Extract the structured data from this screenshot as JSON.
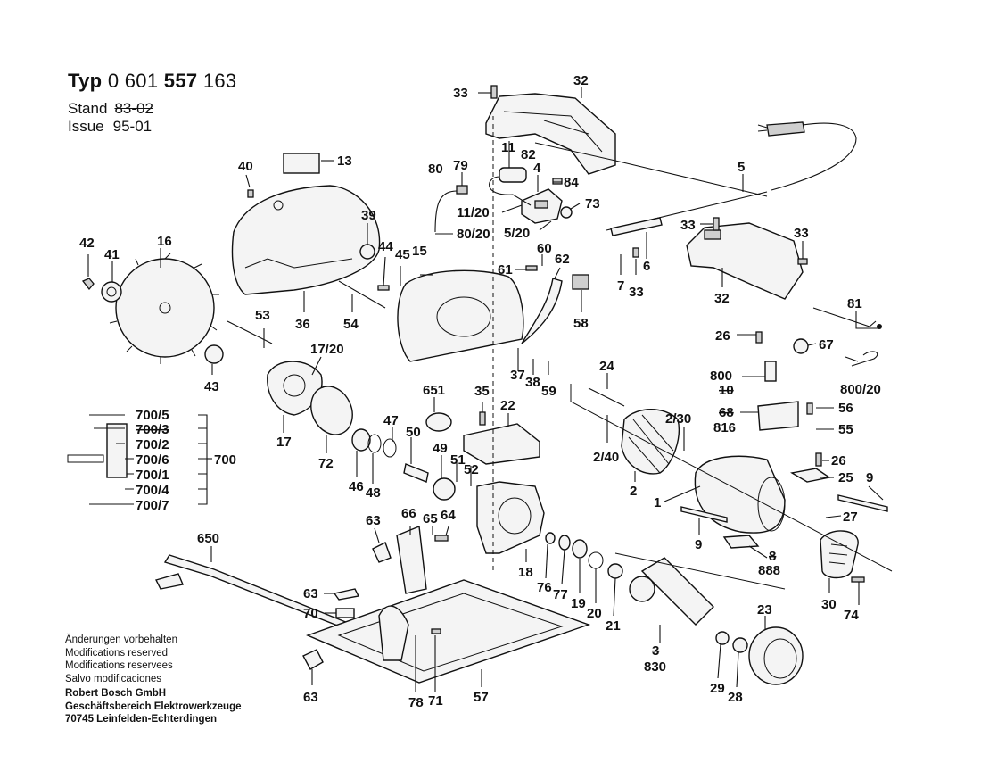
{
  "header": {
    "typ_prefix": "Typ",
    "typ_number_a": "0 601",
    "typ_number_b": "557",
    "typ_number_c": "163",
    "stand_label": "Stand",
    "stand_value_struck": "83-02",
    "issue_label": "Issue",
    "issue_value": "95-01"
  },
  "footer": {
    "lines": [
      "Änderungen vorbehalten",
      "Modifications reserved",
      "Modifications reservees",
      "Salvo modificaciones"
    ],
    "company": "Robert Bosch GmbH",
    "division": "Geschäftsbereich Elektrowerkzeuge",
    "address": "70745 Leinfelden-Echterdingen"
  },
  "assembly_700": {
    "group_label": "700",
    "items": [
      "700/5",
      "700/3",
      "700/2",
      "700/6",
      "700/1",
      "700/4",
      "700/7"
    ],
    "struck_items": [
      "700/3"
    ]
  },
  "labels": [
    {
      "id": "l33a",
      "text": "33"
    },
    {
      "id": "l32a",
      "text": "32"
    },
    {
      "id": "l82",
      "text": "82"
    },
    {
      "id": "l11",
      "text": "11"
    },
    {
      "id": "l80",
      "text": "80"
    },
    {
      "id": "l79",
      "text": "79"
    },
    {
      "id": "l4",
      "text": "4"
    },
    {
      "id": "l84",
      "text": "84"
    },
    {
      "id": "l73",
      "text": "73"
    },
    {
      "id": "l11_20",
      "text": "11/20"
    },
    {
      "id": "l80_20",
      "text": "80/20"
    },
    {
      "id": "l5_20",
      "text": "5/20"
    },
    {
      "id": "l5",
      "text": "5"
    },
    {
      "id": "l33b",
      "text": "33"
    },
    {
      "id": "l33c",
      "text": "33"
    },
    {
      "id": "l6",
      "text": "6"
    },
    {
      "id": "l7",
      "text": "7"
    },
    {
      "id": "l33d",
      "text": "33"
    },
    {
      "id": "l32b",
      "text": "32"
    },
    {
      "id": "l81",
      "text": "81"
    },
    {
      "id": "l40",
      "text": "40"
    },
    {
      "id": "l13",
      "text": "13"
    },
    {
      "id": "l39",
      "text": "39"
    },
    {
      "id": "l44",
      "text": "44"
    },
    {
      "id": "l45",
      "text": "45"
    },
    {
      "id": "l15",
      "text": "15"
    },
    {
      "id": "l60",
      "text": "60"
    },
    {
      "id": "l62",
      "text": "62"
    },
    {
      "id": "l61",
      "text": "61"
    },
    {
      "id": "l58",
      "text": "58"
    },
    {
      "id": "l42",
      "text": "42"
    },
    {
      "id": "l41",
      "text": "41"
    },
    {
      "id": "l16",
      "text": "16"
    },
    {
      "id": "l36",
      "text": "36"
    },
    {
      "id": "l54",
      "text": "54"
    },
    {
      "id": "l53",
      "text": "53"
    },
    {
      "id": "l17_20",
      "text": "17/20"
    },
    {
      "id": "l43",
      "text": "43"
    },
    {
      "id": "l37",
      "text": "37"
    },
    {
      "id": "l38",
      "text": "38"
    },
    {
      "id": "l59",
      "text": "59"
    },
    {
      "id": "l26a",
      "text": "26"
    },
    {
      "id": "l67",
      "text": "67"
    },
    {
      "id": "l800",
      "text": "800"
    },
    {
      "id": "l10",
      "text": "10",
      "struck": true
    },
    {
      "id": "l800_20",
      "text": "800/20"
    },
    {
      "id": "l68",
      "text": "68",
      "struck": true
    },
    {
      "id": "l816",
      "text": "816"
    },
    {
      "id": "l56",
      "text": "56"
    },
    {
      "id": "l55",
      "text": "55"
    },
    {
      "id": "l24",
      "text": "24"
    },
    {
      "id": "l651",
      "text": "651"
    },
    {
      "id": "l35",
      "text": "35"
    },
    {
      "id": "l22",
      "text": "22"
    },
    {
      "id": "l2_30",
      "text": "2/30"
    },
    {
      "id": "l2_40",
      "text": "2/40"
    },
    {
      "id": "l2",
      "text": "2"
    },
    {
      "id": "l17",
      "text": "17"
    },
    {
      "id": "l72",
      "text": "72"
    },
    {
      "id": "l47",
      "text": "47"
    },
    {
      "id": "l50",
      "text": "50"
    },
    {
      "id": "l49",
      "text": "49"
    },
    {
      "id": "l51",
      "text": "51"
    },
    {
      "id": "l52",
      "text": "52"
    },
    {
      "id": "l46",
      "text": "46"
    },
    {
      "id": "l48",
      "text": "48"
    },
    {
      "id": "l26b",
      "text": "26"
    },
    {
      "id": "l25",
      "text": "25"
    },
    {
      "id": "l9a",
      "text": "9"
    },
    {
      "id": "l1",
      "text": "1"
    },
    {
      "id": "l27",
      "text": "27"
    },
    {
      "id": "l9b",
      "text": "9"
    },
    {
      "id": "l8",
      "text": "8",
      "struck": true
    },
    {
      "id": "l888",
      "text": "888"
    },
    {
      "id": "l63a",
      "text": "63"
    },
    {
      "id": "l66",
      "text": "66"
    },
    {
      "id": "l65",
      "text": "65"
    },
    {
      "id": "l64",
      "text": "64"
    },
    {
      "id": "l18",
      "text": "18"
    },
    {
      "id": "l76",
      "text": "76"
    },
    {
      "id": "l77",
      "text": "77"
    },
    {
      "id": "l19",
      "text": "19"
    },
    {
      "id": "l20",
      "text": "20"
    },
    {
      "id": "l21",
      "text": "21"
    },
    {
      "id": "l650",
      "text": "650"
    },
    {
      "id": "l30",
      "text": "30"
    },
    {
      "id": "l74",
      "text": "74"
    },
    {
      "id": "l23",
      "text": "23"
    },
    {
      "id": "l63b",
      "text": "63"
    },
    {
      "id": "l70",
      "text": "70"
    },
    {
      "id": "l3",
      "text": "3",
      "struck": true
    },
    {
      "id": "l830",
      "text": "830"
    },
    {
      "id": "l29",
      "text": "29"
    },
    {
      "id": "l28",
      "text": "28"
    },
    {
      "id": "l63c",
      "text": "63"
    },
    {
      "id": "l78",
      "text": "78"
    },
    {
      "id": "l71",
      "text": "71"
    },
    {
      "id": "l57",
      "text": "57"
    }
  ]
}
